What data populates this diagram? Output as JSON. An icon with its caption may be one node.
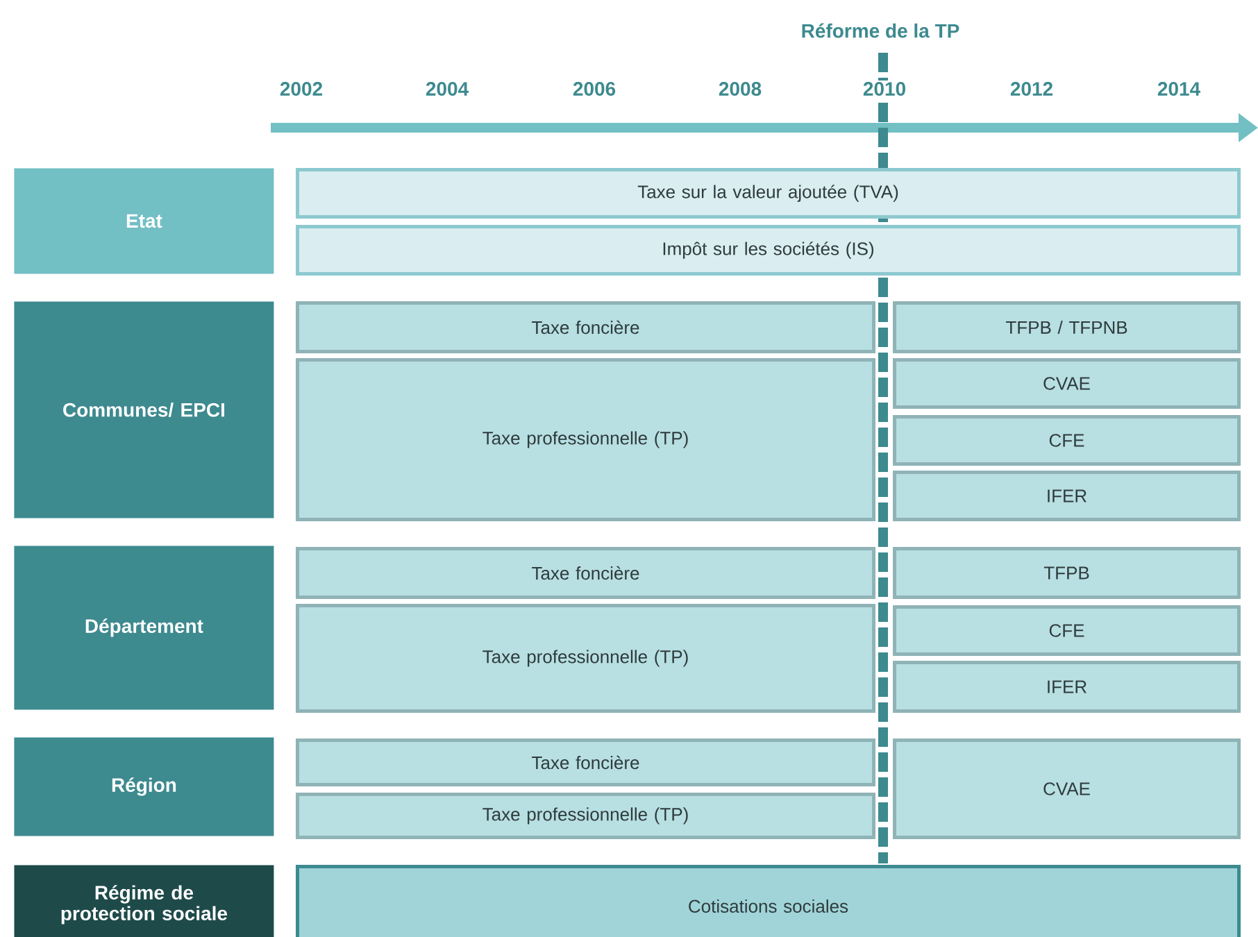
{
  "diagram": {
    "nodes": [
      {
        "text": [
          "Etat"
        ]
      },
      {
        "text": [
          "Taxe sur la valeur ajoutée (TVA)"
        ]
      },
      {
        "text": [
          "Impôt sur les sociétés (IS)"
        ]
      },
      {
        "text": [
          "Communes/ EPCI"
        ]
      },
      {
        "text": [
          "Taxe foncière"
        ]
      },
      {
        "text": [
          "TFPB / TFPNB"
        ]
      },
      {
        "text": [
          "Taxe professionnelle (TP)"
        ]
      },
      {
        "text": [
          "CVAE"
        ]
      },
      {
        "text": [
          "CFE"
        ]
      },
      {
        "text": [
          "IFER"
        ]
      },
      {
        "text": [
          "Département"
        ]
      },
      {
        "text": [
          "Taxe foncière"
        ]
      },
      {
        "text": [
          "TFPB"
        ]
      },
      {
        "text": [
          "Taxe professionnelle (TP)"
        ]
      },
      {
        "text": [
          "CFE"
        ]
      },
      {
        "text": [
          "IFER"
        ]
      },
      {
        "text": [
          "Région"
        ]
      },
      {
        "text": [
          "Taxe foncière"
        ]
      },
      {
        "text": [
          "CVAE"
        ]
      },
      {
        "text": [
          "Taxe professionnelle (TP)"
        ]
      },
      {
        "text": [
          "Régime de protection sociale"
        ]
      },
      {
        "text": [
          "Cotisations sociales"
        ]
      }
    ],
    "labels": [
      "Réforme de la TP",
      "2002",
      "2004",
      "2006",
      "2008",
      "2010",
      "2012",
      "2014"
    ]
  }
}
